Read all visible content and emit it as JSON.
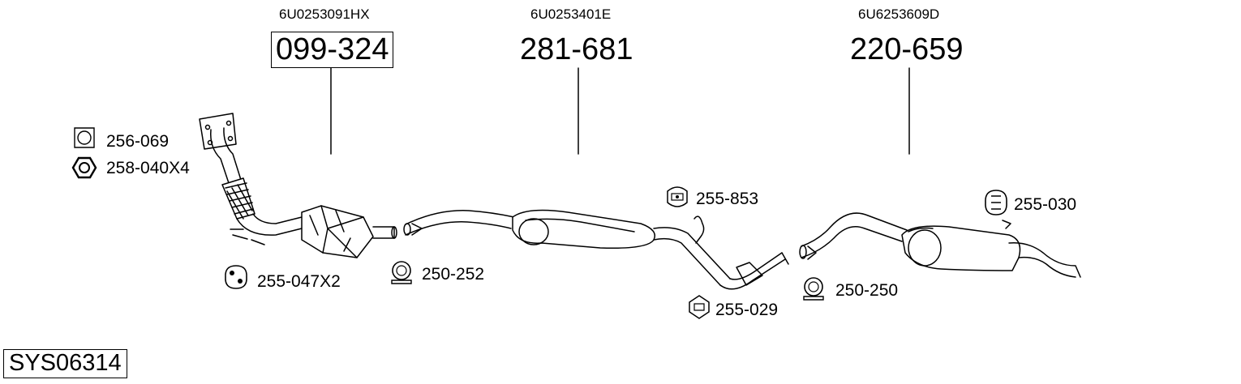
{
  "oem_numbers": [
    "6U0253091HX",
    "6U0253401E",
    "6U6253609D"
  ],
  "parts": [
    "099-324",
    "281-681",
    "220-659"
  ],
  "accessories": [
    {
      "code": "256-069",
      "icon": "gasket-icon"
    },
    {
      "code": "258-040X4",
      "icon": "hex-nut-icon"
    },
    {
      "code": "255-047X2",
      "icon": "rubber-hanger-icon"
    },
    {
      "code": "250-252",
      "icon": "pipe-clamp-icon"
    },
    {
      "code": "255-853",
      "icon": "rubber-mount-icon"
    },
    {
      "code": "255-029",
      "icon": "rubber-mount-icon"
    },
    {
      "code": "250-250",
      "icon": "pipe-clamp-icon"
    },
    {
      "code": "255-030",
      "icon": "rubber-hanger-icon"
    }
  ],
  "system_id": "SYS06314"
}
